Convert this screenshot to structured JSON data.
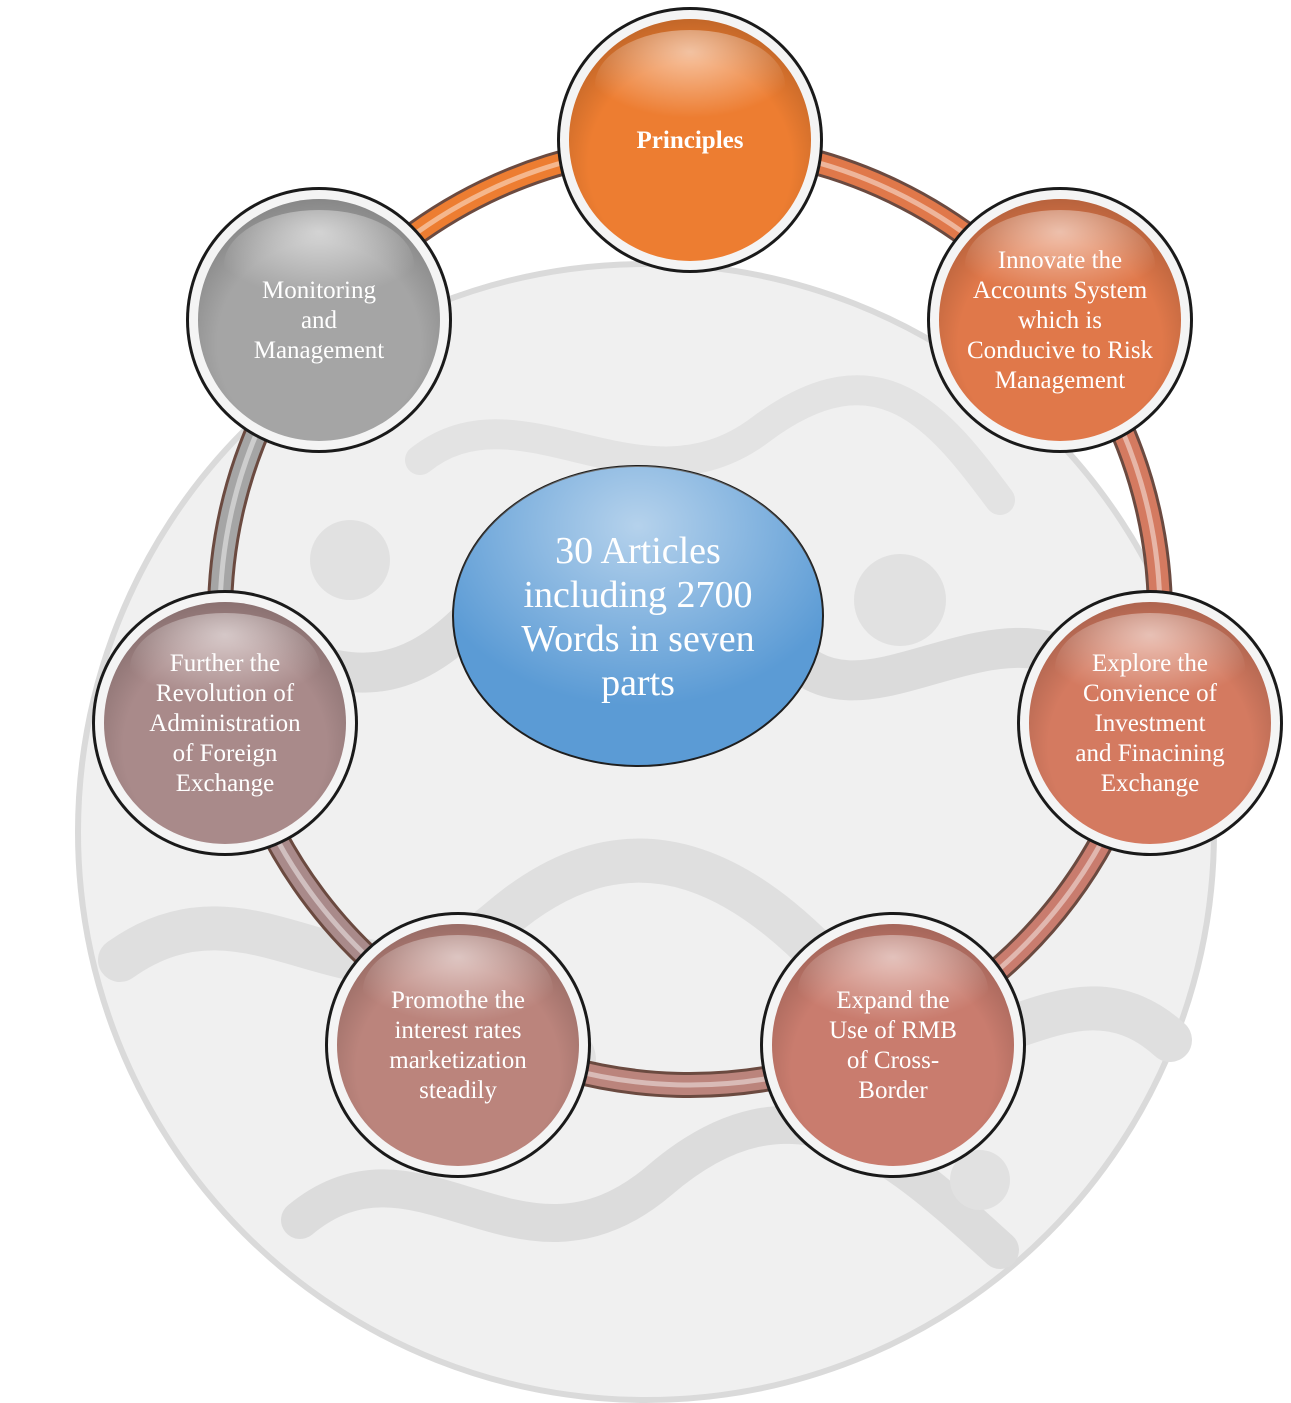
{
  "center": {
    "lines": [
      "30 Articles",
      "including 2700",
      "Words in seven",
      "parts"
    ],
    "color": "#5b9bd5"
  },
  "nodes": [
    {
      "id": "principles",
      "lines": [
        "Principles"
      ],
      "bold": true,
      "color": "#ed7d31"
    },
    {
      "id": "innovate-accounts",
      "lines": [
        "Innovate the",
        "Accounts System",
        "which is",
        "Conducive to Risk",
        "Management"
      ],
      "bold": false,
      "color": "#e0784a"
    },
    {
      "id": "explore-convenience",
      "lines": [
        "Explore the",
        "Convience of",
        "Investment",
        "and Finacining",
        "Exchange"
      ],
      "bold": false,
      "color": "#d47a60"
    },
    {
      "id": "expand-rmb",
      "lines": [
        "Expand the",
        "Use of RMB",
        "of Cross-",
        "Border"
      ],
      "bold": false,
      "color": "#c97c6e"
    },
    {
      "id": "interest-rates",
      "lines": [
        "Promothe the",
        "interest rates",
        "marketization",
        "steadily"
      ],
      "bold": false,
      "color": "#bb847c"
    },
    {
      "id": "further-revolution",
      "lines": [
        "Further the",
        "Revolution of",
        "Administration",
        "of Foreign",
        "Exchange"
      ],
      "bold": false,
      "color": "#a98a8a"
    },
    {
      "id": "monitoring",
      "lines": [
        "Monitoring",
        "and",
        "Management"
      ],
      "bold": false,
      "color": "#a5a5a5"
    }
  ]
}
